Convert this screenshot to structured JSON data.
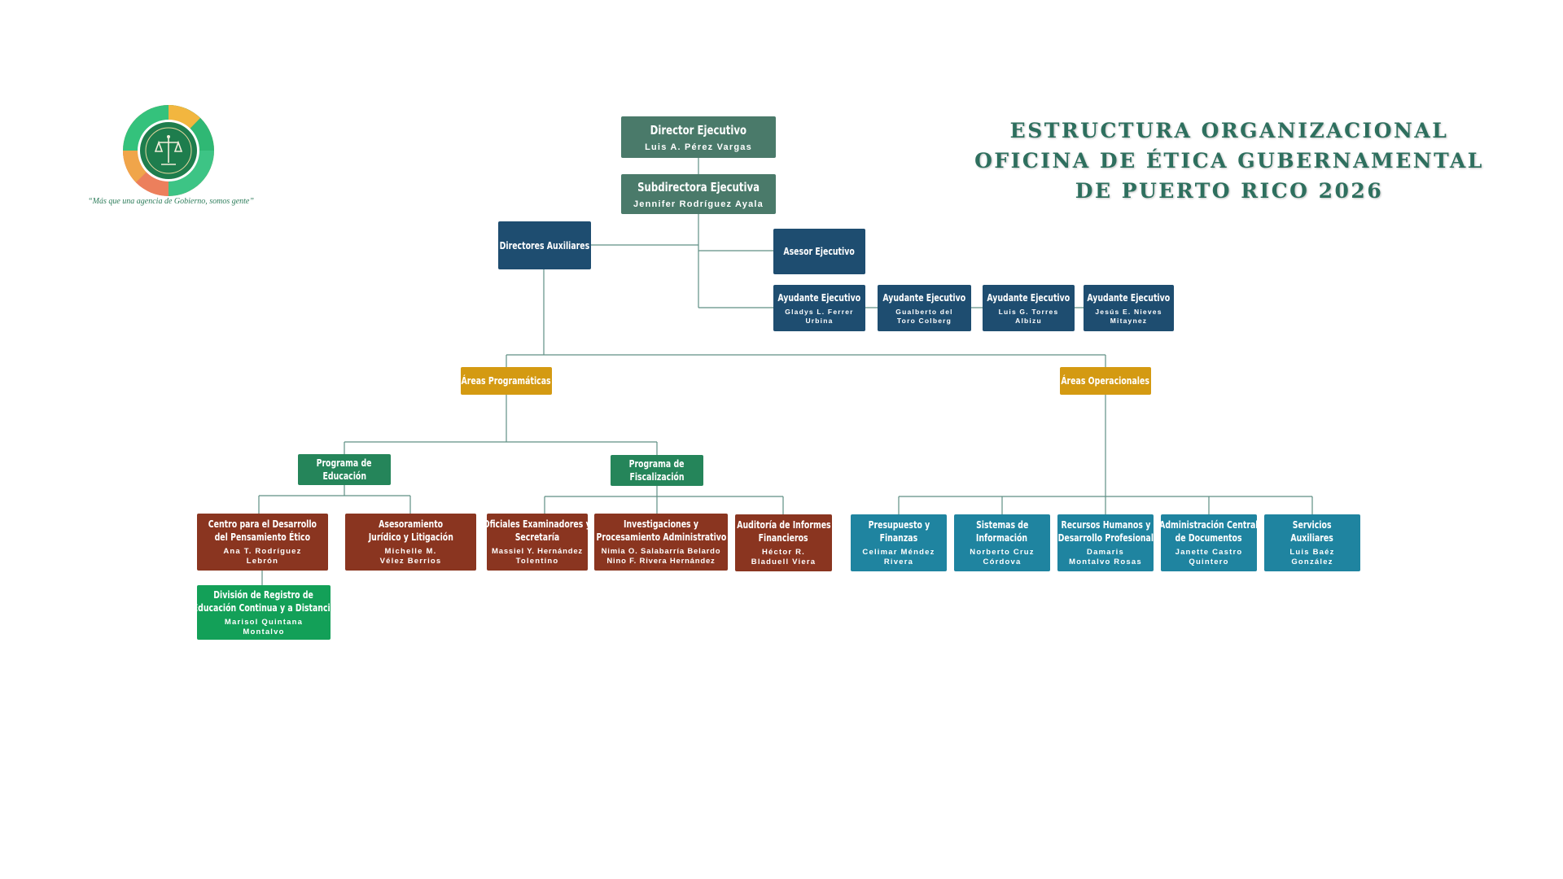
{
  "title": {
    "line1": "ESTRUCTURA ORGANIZACIONAL",
    "line2": "OFICINA DE ÉTICA GUBERNAMENTAL",
    "line3": "DE PUERTO RICO 2026"
  },
  "logo": {
    "tagline": "“Más que una agencia de Gobierno, somos gente”"
  },
  "colors": {
    "director": "#4a7a6a",
    "navy": "#1e4d70",
    "gold": "#d49a12",
    "program": "#25855a",
    "programmatic_units": "#8a3520",
    "operational_units": "#1f84a0",
    "division": "#13a058",
    "title": "#2e6f5e",
    "lines": "#5f8f84"
  },
  "nodes": {
    "director": {
      "title": "Director Ejecutivo",
      "name": "Luis A. Pérez Vargas"
    },
    "subdirector": {
      "title": "Subdirectora Ejecutiva",
      "name": "Jennifer Rodríguez Ayala"
    },
    "aux_directors": {
      "title": "Directores Auxiliares"
    },
    "advisor": {
      "title": "Asesor Ejecutivo"
    },
    "aides": [
      {
        "title": "Ayudante Ejecutivo",
        "name1": "Gladys L. Ferrer",
        "name2": "Urbina"
      },
      {
        "title": "Ayudante Ejecutivo",
        "name1": "Gualberto del",
        "name2": "Toro Colberg"
      },
      {
        "title": "Ayudante Ejecutivo",
        "name1": "Luis G. Torres",
        "name2": "Albizu"
      },
      {
        "title": "Ayudante Ejecutivo",
        "name1": "Jesús E. Nieves",
        "name2": "Mitaynez"
      }
    ],
    "areas_programaticas": {
      "title": "Áreas Programáticas"
    },
    "areas_operacionales": {
      "title": "Áreas Operacionales"
    },
    "prog_educacion": {
      "title1": "Programa de",
      "title2": "Educación"
    },
    "prog_fiscalizacion": {
      "title1": "Programa de",
      "title2": "Fiscalización"
    },
    "centro": {
      "title1": "Centro para el Desarrollo",
      "title2": "del Pensamiento Ético",
      "name1": "Ana T. Rodríguez",
      "name2": "Lebrón"
    },
    "asesoramiento": {
      "title1": "Asesoramiento",
      "title2": "Jurídico y Litigación",
      "name1": "Michelle M.",
      "name2": "Vélez Berrios"
    },
    "division": {
      "title1": "División de Registro de",
      "title2": "Educación Continua y a Distancia",
      "name1": "Marisol Quintana",
      "name2": "Montalvo"
    },
    "oficiales": {
      "title1": "Oficiales Examinadores y",
      "title2": "Secretaría",
      "name1": "Massiel Y. Hernández",
      "name2": "Tolentino"
    },
    "investigaciones": {
      "title1": "Investigaciones y",
      "title2": "Procesamiento Administrativo",
      "name1": "Nimia O. Salabarría Belardo",
      "name2": "Nino F. Rivera Hernández"
    },
    "auditoria": {
      "title1": "Auditoría de Informes",
      "title2": "Financieros",
      "name1": "Héctor R.",
      "name2": "Bladuell Viera"
    },
    "presupuesto": {
      "title1": "Presupuesto y",
      "title2": "Finanzas",
      "name1": "Celimar Méndez",
      "name2": "Rivera"
    },
    "sistemas": {
      "title1": "Sistemas de",
      "title2": "Información",
      "name1": "Norberto Cruz",
      "name2": "Córdova"
    },
    "rrhh": {
      "title1": "Recursos Humanos y",
      "title2": "Desarrollo Profesional",
      "name1": "Damaris",
      "name2": "Montalvo Rosas"
    },
    "documentos": {
      "title1": "Administración Central",
      "title2": "de Documentos",
      "name1": "Janette Castro",
      "name2": "Quintero"
    },
    "servicios": {
      "title1": "Servicios",
      "title2": "Auxiliares",
      "name1": "Luis Baéz",
      "name2": "González"
    }
  }
}
